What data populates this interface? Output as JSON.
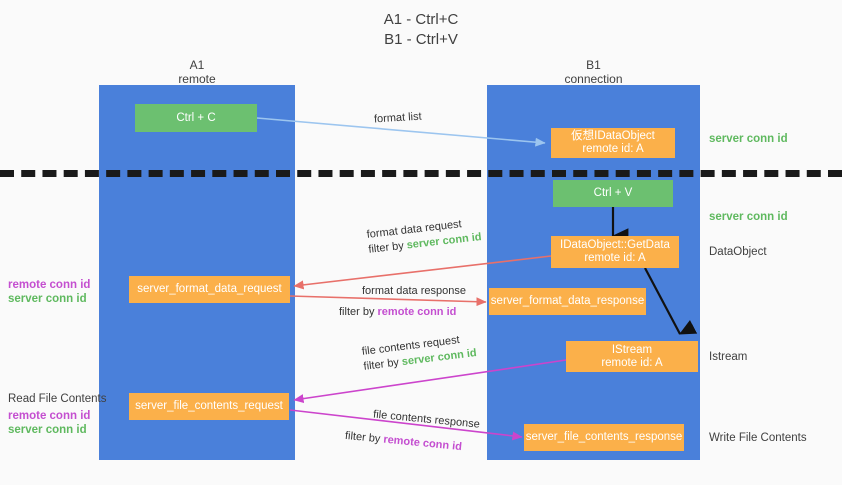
{
  "title": {
    "line1": "A1 - Ctrl+C",
    "line2": "B1 - Ctrl+V"
  },
  "colors": {
    "lane": "#4a80da",
    "green_box": "#6cc070",
    "orange_box": "#fbb04a",
    "green_text": "#5fb95f",
    "purple_text": "#c44fd0",
    "arrow_blue": "#9cc5ef",
    "arrow_red": "#e8706a",
    "arrow_magenta": "#cc44cc",
    "arrow_black": "#111111",
    "background": "#fafafa"
  },
  "lanes": [
    {
      "name": "A1",
      "sub": "remote"
    },
    {
      "name": "B1",
      "sub": "connection"
    }
  ],
  "boxes": {
    "ctrl_c": "Ctrl + C",
    "ctrl_v": "Ctrl + V",
    "virtual_dataobject_l1": "仮想IDataObject",
    "virtual_dataobject_l2": "remote id: A",
    "getdata_l1": "IDataObject::GetData",
    "getdata_l2": "remote id: A",
    "istream_l1": "IStream",
    "istream_l2": "remote id: A",
    "server_format_data_request": "server_format_data_request",
    "server_format_data_response": "server_format_data_response",
    "server_file_contents_request": "server_file_contents_request",
    "server_file_contents_response": "server_file_contents_response"
  },
  "right_notes": {
    "server_conn_id_1": "server conn id",
    "server_conn_id_2": "server conn id",
    "dataobject": "DataObject",
    "istream": "Istream",
    "write_file_contents": "Write File Contents"
  },
  "left_notes": {
    "remote_conn_id_1": "remote conn id",
    "server_conn_id_1": "server conn id",
    "read_file_contents": "Read File Contents",
    "remote_conn_id_2": "remote conn id",
    "server_conn_id_2": "server conn id"
  },
  "edges": {
    "format_list": "format list",
    "format_data_request": "format data request",
    "format_data_request_filter_prefix": "filter by ",
    "format_data_request_filter_value": "server conn id",
    "format_data_response": "format data response",
    "format_data_response_filter_prefix": "filter by ",
    "format_data_response_filter_value": "remote conn id",
    "file_contents_request": "file contents request",
    "file_contents_request_filter_prefix": "filter by ",
    "file_contents_request_filter_value": "server conn id",
    "file_contents_response": "file contents response",
    "file_contents_response_filter_prefix": "filter by ",
    "file_contents_response_filter_value": "remote conn id"
  }
}
